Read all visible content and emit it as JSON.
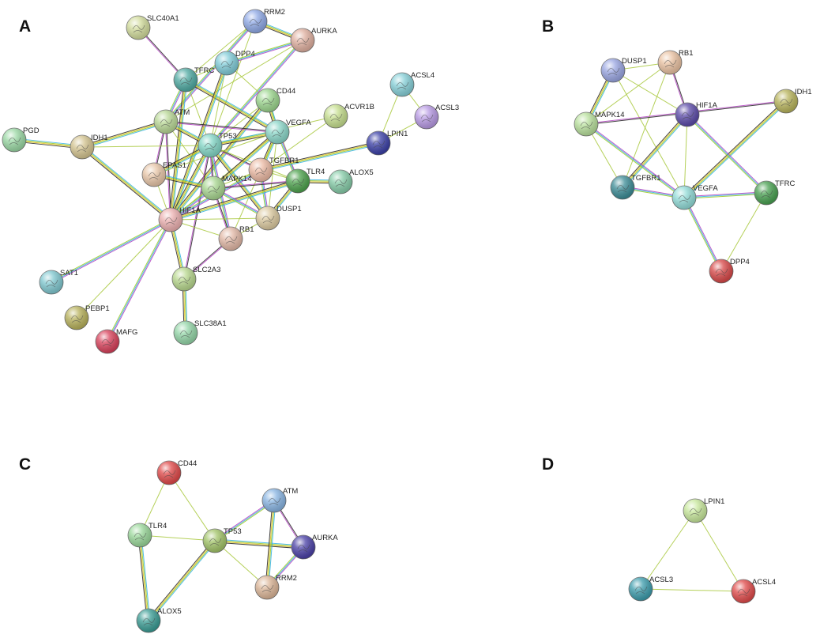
{
  "panels": [
    {
      "id": "A",
      "letter": "A",
      "nodes": [
        {
          "label": "SLC40A1",
          "color": "#d2dc9c"
        },
        {
          "label": "RRM2",
          "color": "#8fa9e6"
        },
        {
          "label": "AURKA",
          "color": "#e0b0a0"
        },
        {
          "label": "TFRC",
          "color": "#4faaa2"
        },
        {
          "label": "DPP4",
          "color": "#80ccd8"
        },
        {
          "label": "CD44",
          "color": "#9cd68e"
        },
        {
          "label": "ACSL4",
          "color": "#86d0d8"
        },
        {
          "label": "ACSL3",
          "color": "#b89ae4"
        },
        {
          "label": "ATM",
          "color": "#b9d896"
        },
        {
          "label": "ACVR1B",
          "color": "#c6df8e"
        },
        {
          "label": "PGD",
          "color": "#9ad8a4"
        },
        {
          "label": "IDH1",
          "color": "#d4c490"
        },
        {
          "label": "TP53",
          "color": "#82d6c6"
        },
        {
          "label": "VEGFA",
          "color": "#8ad6c8"
        },
        {
          "label": "LPIN1",
          "color": "#3a3fa6"
        },
        {
          "label": "EPAS1",
          "color": "#e8c6a8"
        },
        {
          "label": "TGFBR1",
          "color": "#ecbaa4"
        },
        {
          "label": "TLR4",
          "color": "#4da24d"
        },
        {
          "label": "ALOX5",
          "color": "#86cca8"
        },
        {
          "label": "MAPK14",
          "color": "#a8d690"
        },
        {
          "label": "HIF1A",
          "color": "#ecb0b0"
        },
        {
          "label": "DUSP1",
          "color": "#dccaa0"
        },
        {
          "label": "RB1",
          "color": "#e2b8a6"
        },
        {
          "label": "SLC2A3",
          "color": "#b8d88e"
        },
        {
          "label": "SAT1",
          "color": "#80c8d0"
        },
        {
          "label": "PEBP1",
          "color": "#b8b25c"
        },
        {
          "label": "MAFG",
          "color": "#d8405a"
        },
        {
          "label": "SLC38A1",
          "color": "#94d6a8"
        }
      ],
      "edges": [
        [
          "SLC40A1",
          "TFRC"
        ],
        [
          "RRM2",
          "AURKA"
        ],
        [
          "RRM2",
          "TFRC"
        ],
        [
          "RRM2",
          "ATM"
        ],
        [
          "RRM2",
          "TP53"
        ],
        [
          "AURKA",
          "TP53"
        ],
        [
          "AURKA",
          "ATM"
        ],
        [
          "AURKA",
          "DPP4"
        ],
        [
          "TFRC",
          "TP53"
        ],
        [
          "TFRC",
          "HIF1A"
        ],
        [
          "TFRC",
          "DPP4"
        ],
        [
          "TFRC",
          "VEGFA"
        ],
        [
          "TFRC",
          "ATM"
        ],
        [
          "DPP4",
          "TP53"
        ],
        [
          "DPP4",
          "HIF1A"
        ],
        [
          "DPP4",
          "CD44"
        ],
        [
          "CD44",
          "TP53"
        ],
        [
          "CD44",
          "TLR4"
        ],
        [
          "CD44",
          "HIF1A"
        ],
        [
          "CD44",
          "VEGFA"
        ],
        [
          "ACSL4",
          "ACSL3"
        ],
        [
          "ACSL4",
          "LPIN1"
        ],
        [
          "ACSL3",
          "LPIN1"
        ],
        [
          "ATM",
          "TP53"
        ],
        [
          "ATM",
          "HIF1A"
        ],
        [
          "ATM",
          "IDH1"
        ],
        [
          "ATM",
          "VEGFA"
        ],
        [
          "ATM",
          "EPAS1"
        ],
        [
          "ATM",
          "MAPK14"
        ],
        [
          "ACVR1B",
          "TGFBR1"
        ],
        [
          "ACVR1B",
          "TP53"
        ],
        [
          "PGD",
          "IDH1"
        ],
        [
          "IDH1",
          "HIF1A"
        ],
        [
          "IDH1",
          "TP53"
        ],
        [
          "TP53",
          "HIF1A"
        ],
        [
          "TP53",
          "VEGFA"
        ],
        [
          "TP53",
          "MAPK14"
        ],
        [
          "TP53",
          "EPAS1"
        ],
        [
          "TP53",
          "TGFBR1"
        ],
        [
          "TP53",
          "TLR4"
        ],
        [
          "TP53",
          "DUSP1"
        ],
        [
          "TP53",
          "RB1"
        ],
        [
          "TP53",
          "SLC2A3"
        ],
        [
          "VEGFA",
          "HIF1A"
        ],
        [
          "VEGFA",
          "TGFBR1"
        ],
        [
          "VEGFA",
          "MAPK14"
        ],
        [
          "VEGFA",
          "TLR4"
        ],
        [
          "VEGFA",
          "EPAS1"
        ],
        [
          "VEGFA",
          "DUSP1"
        ],
        [
          "VEGFA",
          "RB1"
        ],
        [
          "LPIN1",
          "TGFBR1"
        ],
        [
          "EPAS1",
          "HIF1A"
        ],
        [
          "EPAS1",
          "MAPK14"
        ],
        [
          "TGFBR1",
          "MAPK14"
        ],
        [
          "TGFBR1",
          "HIF1A"
        ],
        [
          "TGFBR1",
          "DUSP1"
        ],
        [
          "TGFBR1",
          "TLR4"
        ],
        [
          "TLR4",
          "HIF1A"
        ],
        [
          "TLR4",
          "ALOX5"
        ],
        [
          "TLR4",
          "MAPK14"
        ],
        [
          "TLR4",
          "DUSP1"
        ],
        [
          "MAPK14",
          "HIF1A"
        ],
        [
          "MAPK14",
          "DUSP1"
        ],
        [
          "MAPK14",
          "RB1"
        ],
        [
          "HIF1A",
          "RB1"
        ],
        [
          "HIF1A",
          "SLC2A3"
        ],
        [
          "HIF1A",
          "SAT1"
        ],
        [
          "HIF1A",
          "PEBP1"
        ],
        [
          "HIF1A",
          "MAFG"
        ],
        [
          "HIF1A",
          "DUSP1"
        ],
        [
          "DUSP1",
          "RB1"
        ],
        [
          "SLC2A3",
          "SLC38A1"
        ],
        [
          "SLC2A3",
          "RB1"
        ]
      ]
    },
    {
      "id": "B",
      "letter": "B",
      "nodes": [
        {
          "label": "DUSP1",
          "color": "#9aa6e2"
        },
        {
          "label": "RB1",
          "color": "#eac2a2"
        },
        {
          "label": "IDH1",
          "color": "#b8b45c"
        },
        {
          "label": "HIF1A",
          "color": "#5b4aa8"
        },
        {
          "label": "MAPK14",
          "color": "#b8e09c"
        },
        {
          "label": "TGFBR1",
          "color": "#3c8c96"
        },
        {
          "label": "VEGFA",
          "color": "#92dcd8"
        },
        {
          "label": "TFRC",
          "color": "#48a050"
        },
        {
          "label": "DPP4",
          "color": "#d84848"
        }
      ],
      "edges": [
        [
          "DUSP1",
          "RB1"
        ],
        [
          "DUSP1",
          "MAPK14"
        ],
        [
          "DUSP1",
          "VEGFA"
        ],
        [
          "DUSP1",
          "HIF1A"
        ],
        [
          "RB1",
          "HIF1A"
        ],
        [
          "RB1",
          "MAPK14"
        ],
        [
          "RB1",
          "TGFBR1"
        ],
        [
          "IDH1",
          "MAPK14"
        ],
        [
          "IDH1",
          "VEGFA"
        ],
        [
          "HIF1A",
          "TGFBR1"
        ],
        [
          "HIF1A",
          "VEGFA"
        ],
        [
          "HIF1A",
          "TFRC"
        ],
        [
          "MAPK14",
          "TGFBR1"
        ],
        [
          "MAPK14",
          "VEGFA"
        ],
        [
          "TGFBR1",
          "VEGFA"
        ],
        [
          "VEGFA",
          "TFRC"
        ],
        [
          "VEGFA",
          "DPP4"
        ],
        [
          "TFRC",
          "DPP4"
        ]
      ]
    },
    {
      "id": "C",
      "letter": "C",
      "nodes": [
        {
          "label": "CD44",
          "color": "#e04848"
        },
        {
          "label": "ATM",
          "color": "#88b4e2"
        },
        {
          "label": "TLR4",
          "color": "#9ad89a"
        },
        {
          "label": "TP53",
          "color": "#a2c468"
        },
        {
          "label": "AURKA",
          "color": "#4a40a6"
        },
        {
          "label": "RRM2",
          "color": "#dcb698"
        },
        {
          "label": "ALOX5",
          "color": "#3a9c94"
        }
      ],
      "edges": [
        [
          "CD44",
          "TLR4"
        ],
        [
          "CD44",
          "TP53"
        ],
        [
          "TLR4",
          "TP53"
        ],
        [
          "TLR4",
          "ALOX5"
        ],
        [
          "TP53",
          "ATM"
        ],
        [
          "TP53",
          "AURKA"
        ],
        [
          "TP53",
          "RRM2"
        ],
        [
          "TP53",
          "ALOX5"
        ],
        [
          "ATM",
          "AURKA"
        ],
        [
          "ATM",
          "RRM2"
        ],
        [
          "AURKA",
          "RRM2"
        ]
      ]
    },
    {
      "id": "D",
      "letter": "D",
      "nodes": [
        {
          "label": "LPIN1",
          "color": "#c8e89c"
        },
        {
          "label": "ACSL3",
          "color": "#3c9cac"
        },
        {
          "label": "ACSL4",
          "color": "#e04a4a"
        }
      ],
      "edges": [
        [
          "LPIN1",
          "ACSL3"
        ],
        [
          "LPIN1",
          "ACSL4"
        ],
        [
          "ACSL3",
          "ACSL4"
        ]
      ]
    }
  ]
}
